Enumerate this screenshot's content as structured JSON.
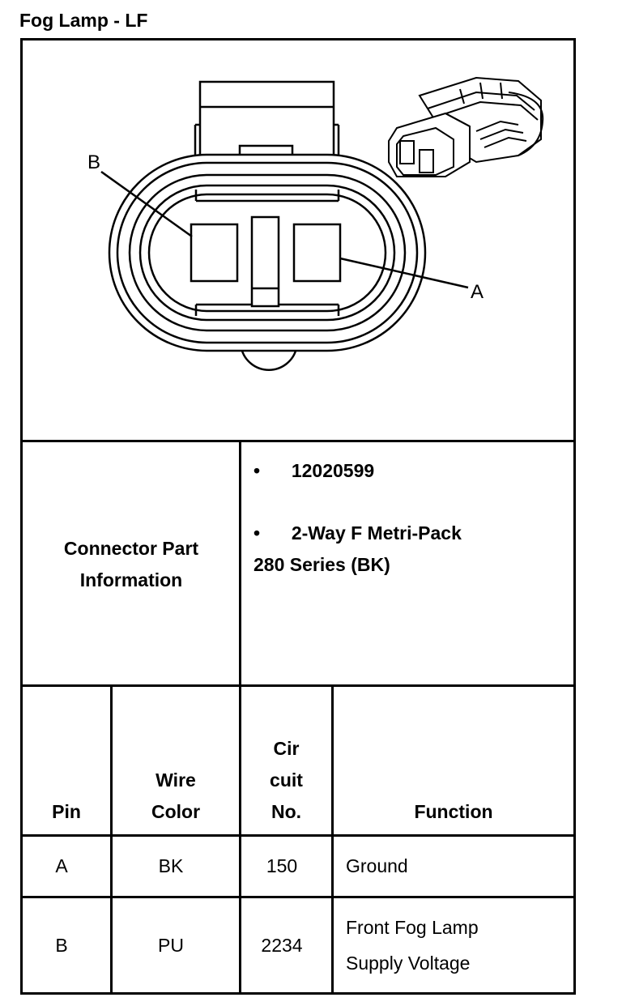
{
  "title": "Fog Lamp - LF",
  "diagram": {
    "label_b": "B",
    "label_a": "A"
  },
  "connector_info": {
    "label_line1": "Connector Part",
    "label_line2": "Information",
    "bullet": "•",
    "part_number": "12020599",
    "description_line1": "2-Way F Metri-Pack",
    "description_line2": "280 Series (BK)"
  },
  "table": {
    "headers": {
      "pin": "Pin",
      "wire_color_line1": "Wire",
      "wire_color_line2": "Color",
      "circuit_line1": "Cir",
      "circuit_line2": "cuit",
      "circuit_line3": "No.",
      "function": "Function"
    },
    "rows": [
      {
        "pin": "A",
        "wire_color": "BK",
        "circuit": "150",
        "function_line1": "Ground",
        "function_line2": ""
      },
      {
        "pin": "B",
        "wire_color": "PU",
        "circuit": "2234",
        "function_line1": "Front Fog Lamp",
        "function_line2": "Supply Voltage"
      }
    ]
  }
}
